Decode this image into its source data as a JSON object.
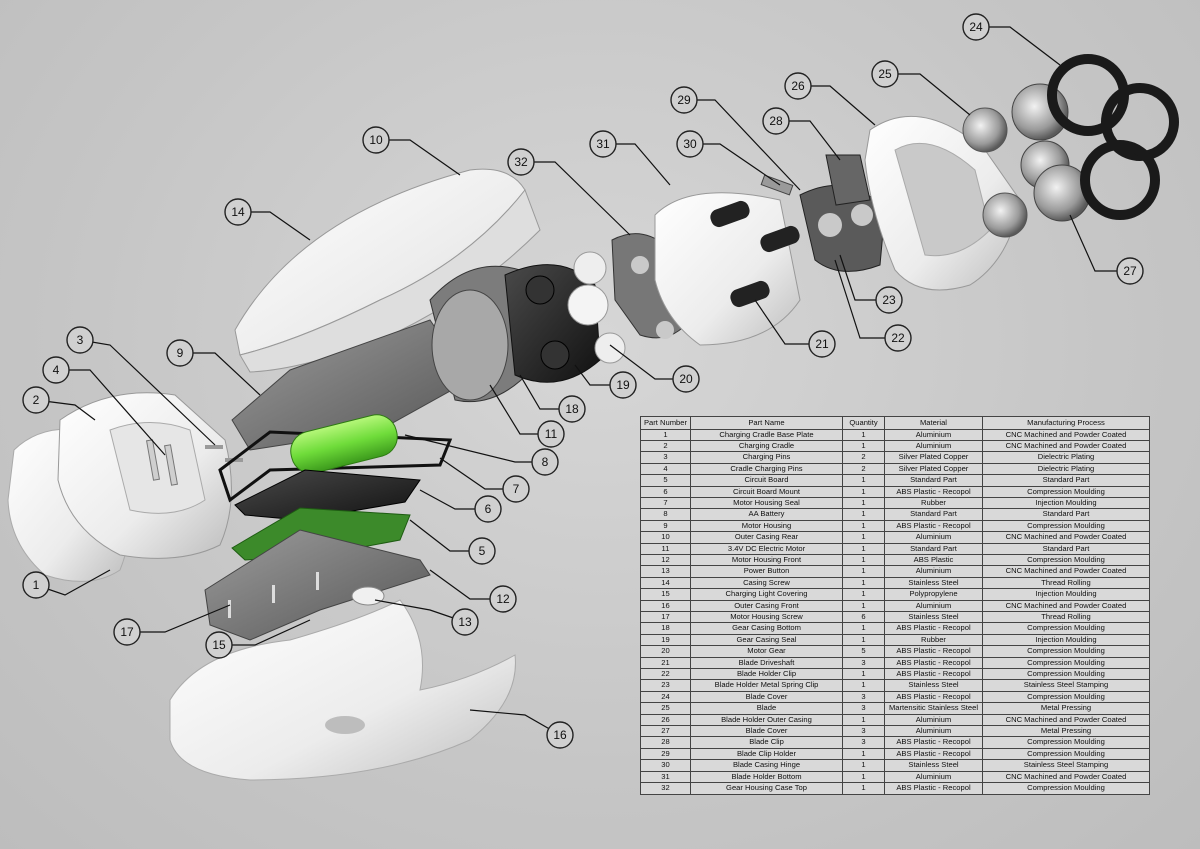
{
  "callouts": [
    "1",
    "2",
    "3",
    "4",
    "5",
    "6",
    "7",
    "8",
    "9",
    "10",
    "11",
    "12",
    "13",
    "14",
    "15",
    "16",
    "17",
    "18",
    "19",
    "20",
    "21",
    "22",
    "23",
    "24",
    "25",
    "26",
    "27",
    "28",
    "29",
    "30",
    "31",
    "32"
  ],
  "bom": {
    "headers": [
      "Part Number",
      "Part Name",
      "Quantity",
      "Material",
      "Manufacturing Process"
    ],
    "rows": [
      [
        "1",
        "Charging Cradle Base Plate",
        "1",
        "Aluminium",
        "CNC Machined and Powder Coated"
      ],
      [
        "2",
        "Charging Cradle",
        "1",
        "Aluminium",
        "CNC Machined and Powder Coated"
      ],
      [
        "3",
        "Charging Pins",
        "2",
        "Silver Plated Copper",
        "Dielectric Plating"
      ],
      [
        "4",
        "Cradle Charging Pins",
        "2",
        "Silver Plated Copper",
        "Dielectric Plating"
      ],
      [
        "5",
        "Circuit Board",
        "1",
        "Standard Part",
        "Standard Part"
      ],
      [
        "6",
        "Circuit Board Mount",
        "1",
        "ABS Plastic - Recopol",
        "Compression Moulding"
      ],
      [
        "7",
        "Motor Housing Seal",
        "1",
        "Rubber",
        "Injection Moulding"
      ],
      [
        "8",
        "AA Battery",
        "1",
        "Standard Part",
        "Standard Part"
      ],
      [
        "9",
        "Motor Housing",
        "1",
        "ABS Plastic - Recopol",
        "Compression Moulding"
      ],
      [
        "10",
        "Outer Casing Rear",
        "1",
        "Aluminium",
        "CNC Machined and Powder Coated"
      ],
      [
        "11",
        "3.4V DC Electric Motor",
        "1",
        "Standard Part",
        "Standard Part"
      ],
      [
        "12",
        "Motor Housing Front",
        "1",
        "ABS Plastic",
        "Compression Moulding"
      ],
      [
        "13",
        "Power Button",
        "1",
        "Aluminium",
        "CNC Machined and Powder Coated"
      ],
      [
        "14",
        "Casing Screw",
        "1",
        "Stainless Steel",
        "Thread Rolling"
      ],
      [
        "15",
        "Charging Light Covering",
        "1",
        "Polypropylene",
        "Injection Moulding"
      ],
      [
        "16",
        "Outer Casing Front",
        "1",
        "Aluminium",
        "CNC Machined and Powder Coated"
      ],
      [
        "17",
        "Motor Housing Screw",
        "6",
        "Stainless Steel",
        "Thread Rolling"
      ],
      [
        "18",
        "Gear Casing Bottom",
        "1",
        "ABS Plastic - Recopol",
        "Compression Moulding"
      ],
      [
        "19",
        "Gear Casing Seal",
        "1",
        "Rubber",
        "Injection Moulding"
      ],
      [
        "20",
        "Motor Gear",
        "5",
        "ABS Plastic - Recopol",
        "Compression Moulding"
      ],
      [
        "21",
        "Blade Driveshaft",
        "3",
        "ABS Plastic - Recopol",
        "Compression Moulding"
      ],
      [
        "22",
        "Blade Holder Clip",
        "1",
        "ABS Plastic - Recopol",
        "Compression Moulding"
      ],
      [
        "23",
        "Blade Holder Metal Spring Clip",
        "1",
        "Stainless Steel",
        "Stainless Steel Stamping"
      ],
      [
        "24",
        "Blade Cover",
        "3",
        "ABS Plastic - Recopol",
        "Compression Moulding"
      ],
      [
        "25",
        "Blade",
        "3",
        "Martensitic Stainless Steel",
        "Metal Pressing"
      ],
      [
        "26",
        "Blade Holder Outer Casing",
        "1",
        "Aluminium",
        "CNC Machined and Powder Coated"
      ],
      [
        "27",
        "Blade Cover",
        "3",
        "Aluminium",
        "Metal Pressing"
      ],
      [
        "28",
        "Blade Clip",
        "3",
        "ABS Plastic - Recopol",
        "Compression Moulding"
      ],
      [
        "29",
        "Blade Clip Holder",
        "1",
        "ABS Plastic - Recopol",
        "Compression Moulding"
      ],
      [
        "30",
        "Blade Casing Hinge",
        "1",
        "Stainless Steel",
        "Stainless Steel Stamping"
      ],
      [
        "31",
        "Blade Holder Bottom",
        "1",
        "Aluminium",
        "CNC Machined and Powder Coated"
      ],
      [
        "32",
        "Gear Housing Case Top",
        "1",
        "ABS Plastic - Recopol",
        "Compression Moulding"
      ]
    ]
  }
}
